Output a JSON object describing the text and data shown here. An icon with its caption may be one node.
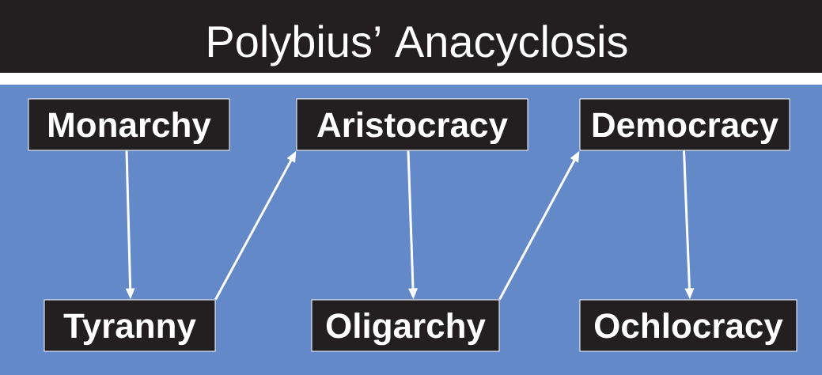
{
  "diagram": {
    "title": "Polybius’ Anacyclosis",
    "nodes": [
      {
        "text": [
          "Monarchy"
        ]
      },
      {
        "text": [
          "Aristocracy"
        ]
      },
      {
        "text": [
          "Democracy"
        ]
      },
      {
        "text": [
          "Tyranny"
        ]
      },
      {
        "text": [
          "Oligarchy"
        ]
      },
      {
        "text": [
          "Ochlocracy"
        ]
      }
    ],
    "edges": [
      {
        "from": 0,
        "to": 3,
        "arrow": "to"
      },
      {
        "from": 3,
        "to": 1,
        "arrow": "to"
      },
      {
        "from": 1,
        "to": 4,
        "arrow": "to"
      },
      {
        "from": 4,
        "to": 2,
        "arrow": "to"
      },
      {
        "from": 2,
        "to": 5,
        "arrow": "to"
      }
    ]
  }
}
